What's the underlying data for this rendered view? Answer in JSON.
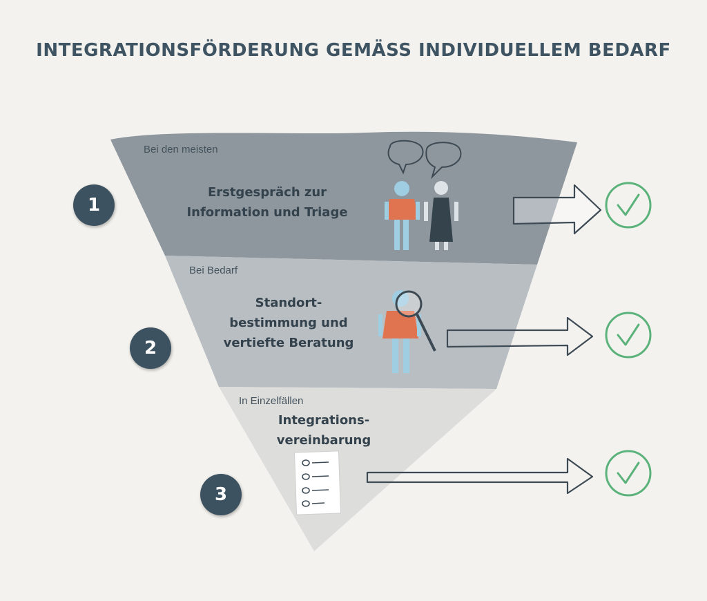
{
  "title": "INTEGRATIONSFÖRDERUNG GEMÄSS INDIVIDUELLEM BEDARF",
  "levels": [
    {
      "number": "1",
      "frequency": "Bei den meisten",
      "title": "Erstgespräch zur\nInformation und Triage",
      "icon": "two-people-talking-icon"
    },
    {
      "number": "2",
      "frequency": "Bei Bedarf",
      "title": "Standort-\nbestimmung und\nvertiefte Beratung",
      "icon": "person-magnifier-icon"
    },
    {
      "number": "3",
      "frequency": "In Einzelfällen",
      "title": "Integrations-\nvereinbarung",
      "icon": "checklist-icon"
    }
  ],
  "colors": {
    "title": "#3f5463",
    "level1": "#8e979e",
    "level2": "#b9bec2",
    "level3": "#dddddb",
    "badge": "#3d5260",
    "check": "#5bb27a",
    "person_shirt": "#e07450",
    "person_skin": "#9fcde2"
  }
}
